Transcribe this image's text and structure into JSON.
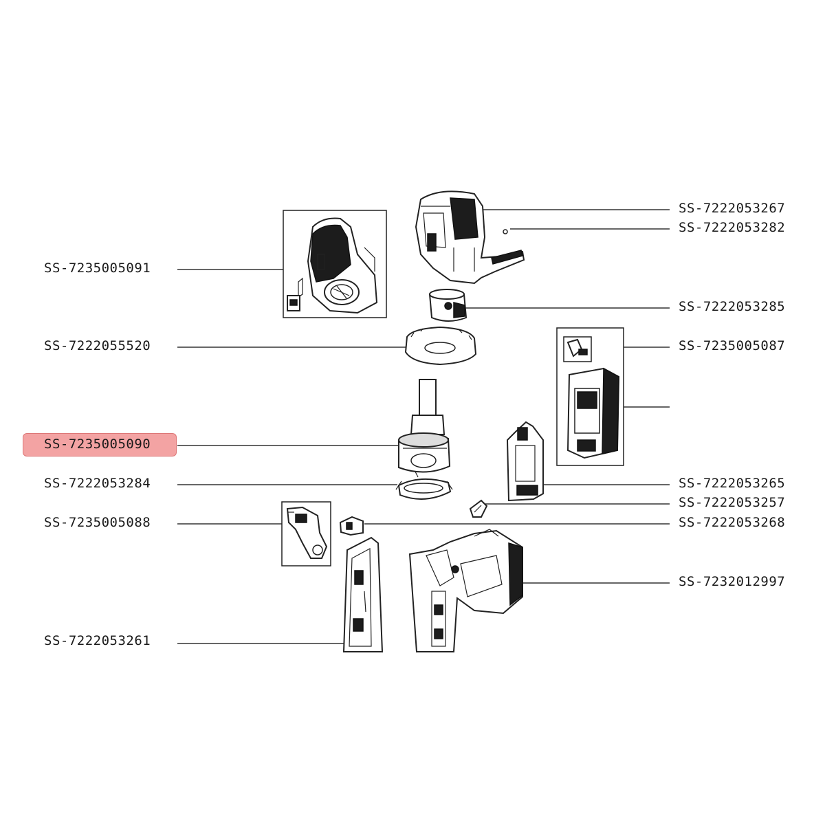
{
  "labels": {
    "l1": "SS-7235005091",
    "l2": "SS-7222055520",
    "l3": "SS-7235005090",
    "l4": "SS-7222053284",
    "l5": "SS-7235005088",
    "l6": "SS-7222053261",
    "r1": "SS-7222053267",
    "r2": "SS-7222053282",
    "r3": "SS-7222053285",
    "r4": "SS-7235005087",
    "r5": "SS-7222053265",
    "r6": "SS-7222053257",
    "r7": "SS-7222053268",
    "r8": "SS-7232012997"
  },
  "highlighted_part": "SS-7235005090",
  "highlight_color": "#f3a3a3"
}
